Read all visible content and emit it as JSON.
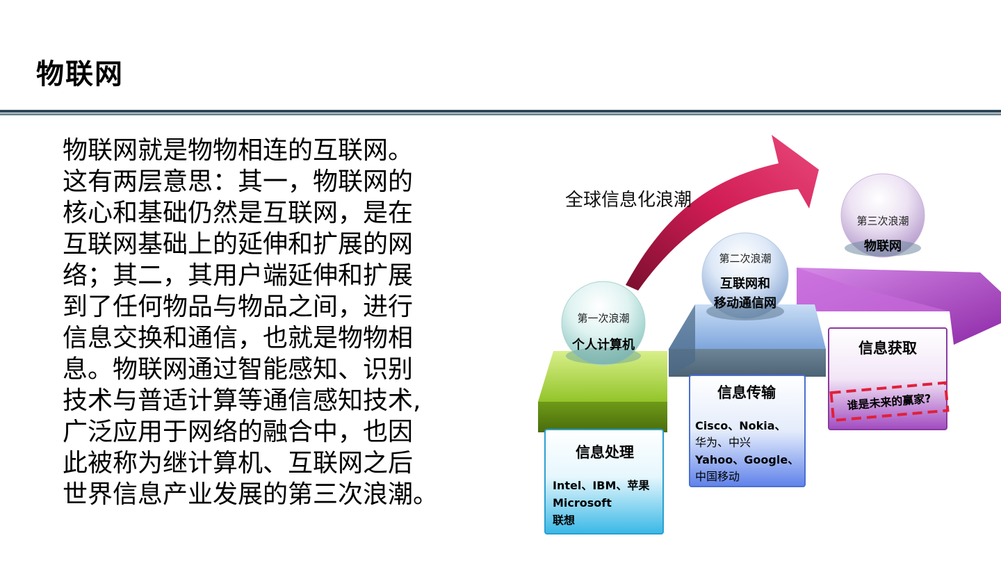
{
  "page": {
    "title": "物联网"
  },
  "body": {
    "lines": [
      "物联网就是物物相连的互联网。",
      "这有两层意思：其一，物联网的",
      "核心和基础仍然是互联网，是在",
      "互联网基础上的延伸和扩展的网",
      "络；其二，其用户端延伸和扩展",
      "到了任何物品与物品之间，进行",
      "信息交换和通信，也就是物物相",
      "息。物联网通过智能感知、识别",
      "技术与普适计算等通信感知技术,",
      "广泛应用于网络的融合中，也因",
      "此被称为继计算机、互联网之后",
      "世界信息产业发展的第三次浪潮。"
    ]
  },
  "diagram": {
    "arrow_label": "全球信息化浪潮",
    "waves": [
      {
        "wave": "第一次浪潮",
        "name_lines": [
          "个人计算机"
        ],
        "panel_title": "信息处理",
        "panel_lines": [
          "Intel、IBM、苹果",
          "Microsoft",
          "联想"
        ],
        "color": "#8fbf2c"
      },
      {
        "wave": "第二次浪潮",
        "name_lines": [
          "互联网和",
          "移动通信网"
        ],
        "panel_title": "信息传输",
        "panel_lines": [
          "Cisco、Nokia、",
          "华为、中兴",
          "Yahoo、Google、",
          "中国移动"
        ],
        "color": "#5b82c4"
      },
      {
        "wave": "第三次浪潮",
        "name_lines": [
          "物联网"
        ],
        "panel_title": "信息获取",
        "panel_note": "谁是未来的赢家?",
        "color": "#a03ab8"
      }
    ],
    "arrow_color": "#c8174f"
  }
}
